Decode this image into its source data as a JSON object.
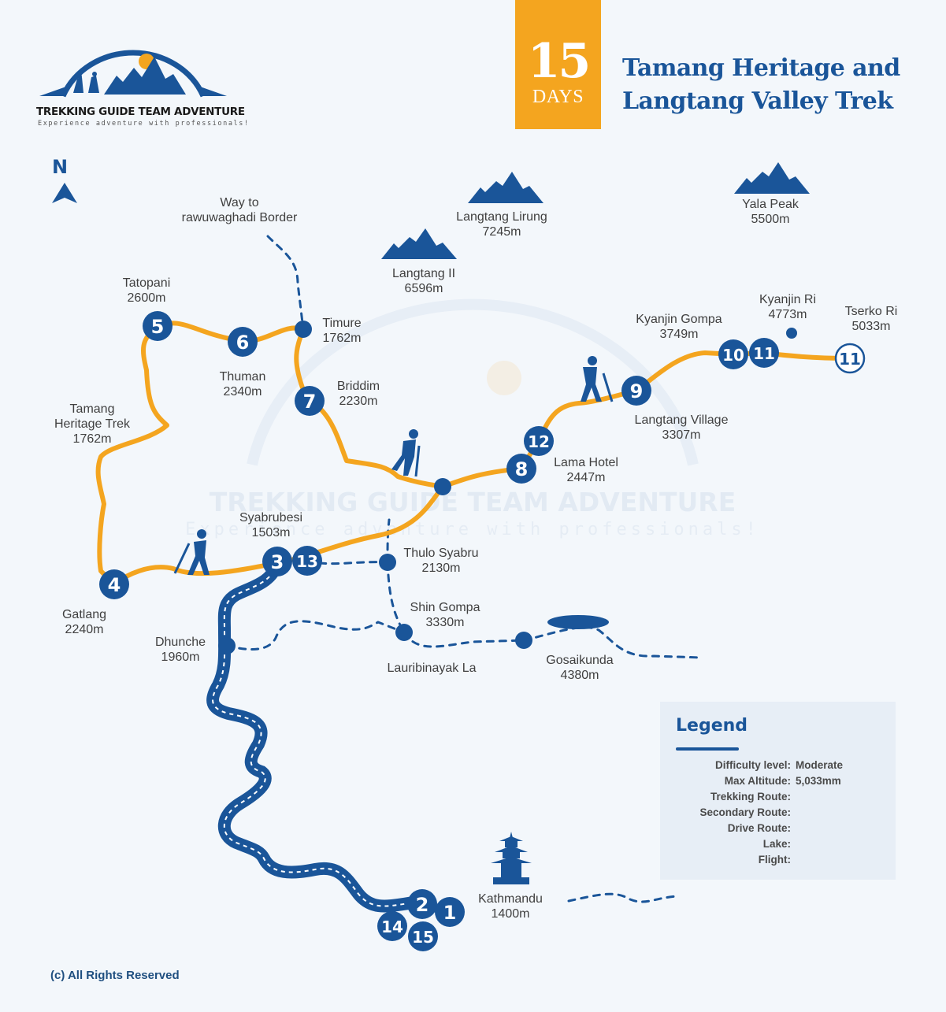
{
  "brand": {
    "name": "TREKKING GUIDE TEAM ADVENTURE",
    "tagline": "Experience adventure with professionals!"
  },
  "header": {
    "days_number": "15",
    "days_label": "DAYS",
    "title_line1": "Tamang Heritage and",
    "title_line2": "Langtang Valley Trek"
  },
  "compass": {
    "label": "N",
    "icon": "north-arrow-icon"
  },
  "colors": {
    "trekking_route": "#f4a51f",
    "primary_blue": "#1a5599",
    "background": "#f3f7fb",
    "legend_bg": "#e7eef6"
  },
  "peaks": [
    {
      "name": "Langtang Lirung",
      "altitude": "7245m"
    },
    {
      "name": "Langtang II",
      "altitude": "6596m"
    },
    {
      "name": "Yala Peak",
      "altitude": "5500m"
    }
  ],
  "places": {
    "border": {
      "line1": "Way to",
      "line2": "rawuwaghadi Border"
    },
    "tatopani": {
      "name": "Tatopani",
      "altitude": "2600m"
    },
    "timure": {
      "name": "Timure",
      "altitude": "1762m"
    },
    "thuman": {
      "name": "Thuman",
      "altitude": "2340m"
    },
    "briddim": {
      "name": "Briddim",
      "altitude": "2230m"
    },
    "tamang": {
      "line1": "Tamang",
      "line2": "Heritage Trek",
      "altitude": "1762m"
    },
    "kyanjin_gompa": {
      "name": "Kyanjin Gompa",
      "altitude": "3749m"
    },
    "kyanjin_ri": {
      "name": "Kyanjin Ri",
      "altitude": "4773m"
    },
    "tserko_ri": {
      "name": "Tserko Ri",
      "altitude": "5033m"
    },
    "langtang_village": {
      "name": "Langtang Village",
      "altitude": "3307m"
    },
    "lama_hotel": {
      "name": "Lama Hotel",
      "altitude": "2447m"
    },
    "syabrubesi": {
      "name": "Syabrubesi",
      "altitude": "1503m"
    },
    "thulo_syabru": {
      "name": "Thulo Syabru",
      "altitude": "2130m"
    },
    "shin_gompa": {
      "name": "Shin Gompa",
      "altitude": "3330m"
    },
    "gatlang": {
      "name": "Gatlang",
      "altitude": "2240m"
    },
    "dhunche": {
      "name": "Dhunche",
      "altitude": "1960m"
    },
    "lauribinayak": {
      "name": "Lauribinayak La"
    },
    "gosaikunda": {
      "name": "Gosaikunda",
      "altitude": "4380m"
    },
    "kathmandu": {
      "name": "Kathmandu",
      "altitude": "1400m"
    }
  },
  "day_markers": [
    "1",
    "2",
    "3",
    "4",
    "5",
    "6",
    "7",
    "8",
    "9",
    "10",
    "11",
    "11",
    "12",
    "13",
    "14",
    "15"
  ],
  "legend": {
    "title": "Legend",
    "rows": [
      {
        "label": "Difficulty level:",
        "value": "Moderate"
      },
      {
        "label": "Max Altitude:",
        "value": "5,033mm"
      },
      {
        "label": "Trekking Route:",
        "symbol": "orange-solid-line"
      },
      {
        "label": "Secondary Route:",
        "symbol": "blue-dashed-line"
      },
      {
        "label": "Drive Route:",
        "symbol": "blue-road-line"
      },
      {
        "label": "Lake:",
        "symbol": "blue-blob"
      },
      {
        "label": "Flight:",
        "symbol": ""
      }
    ]
  },
  "watermark": {
    "line1": "TREKKING GUIDE TEAM ADVENTURE",
    "line2": "Experience adventure with professionals!"
  },
  "footer": {
    "copyright": "(c) All Rights Reserved"
  }
}
